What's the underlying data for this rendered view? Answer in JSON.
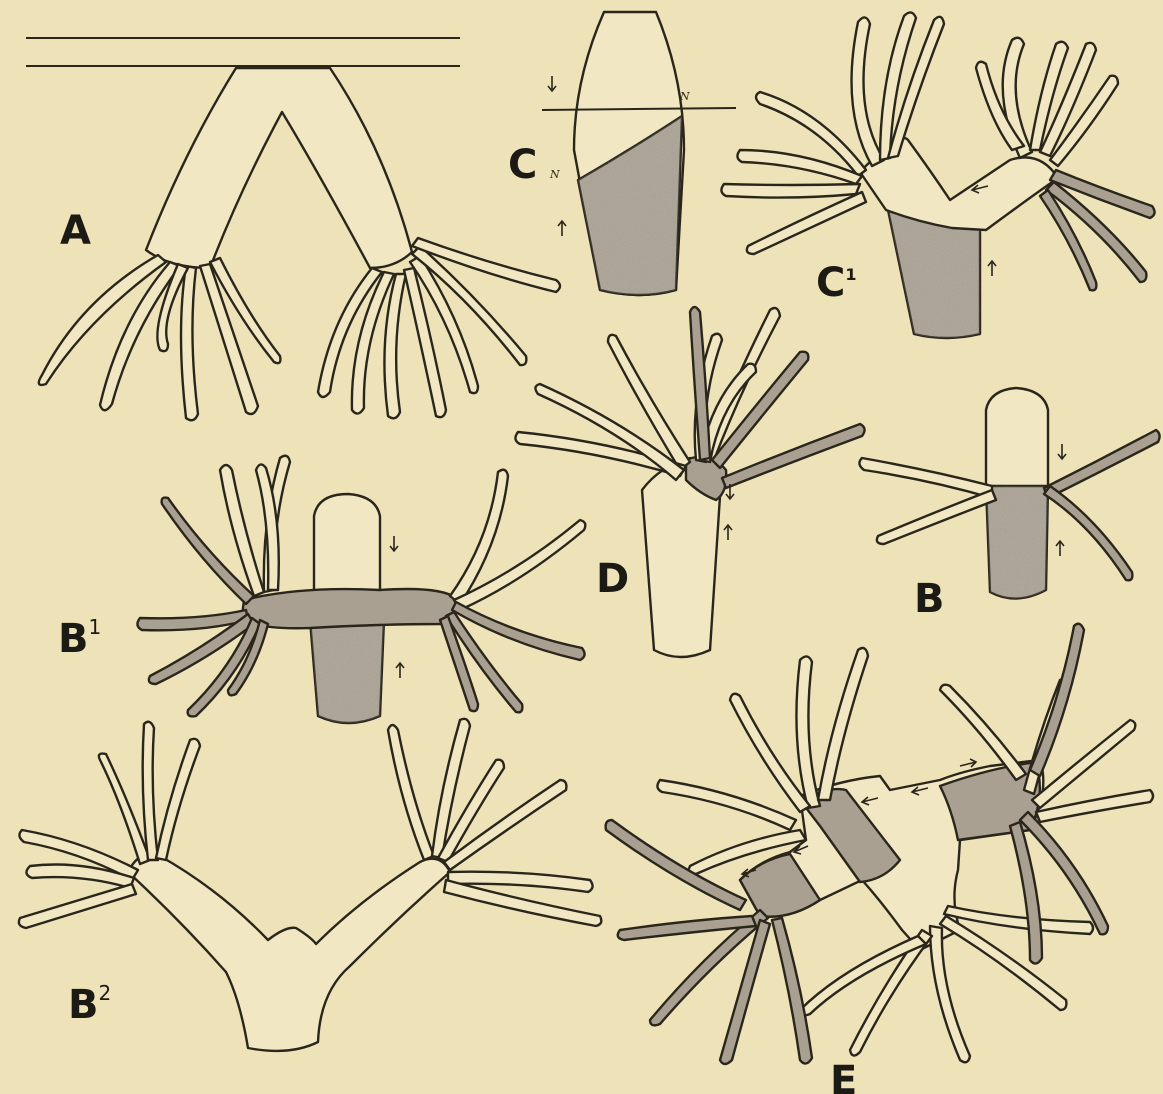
{
  "figures": {
    "A": {
      "label": "A"
    },
    "B": {
      "label": "B"
    },
    "B1": {
      "label": "B",
      "sup": "1"
    },
    "B2": {
      "label": "B",
      "sup": "2"
    },
    "C": {
      "label": "C",
      "marks": [
        "N",
        "N"
      ]
    },
    "C1": {
      "label": "C",
      "sup": "1"
    },
    "D": {
      "label": "D"
    },
    "E": {
      "label": "E"
    }
  },
  "colors": {
    "paper": "#ede2b8",
    "ink": "#2a261c",
    "stipple": "#a9a091",
    "body": "#f1e7c2"
  }
}
